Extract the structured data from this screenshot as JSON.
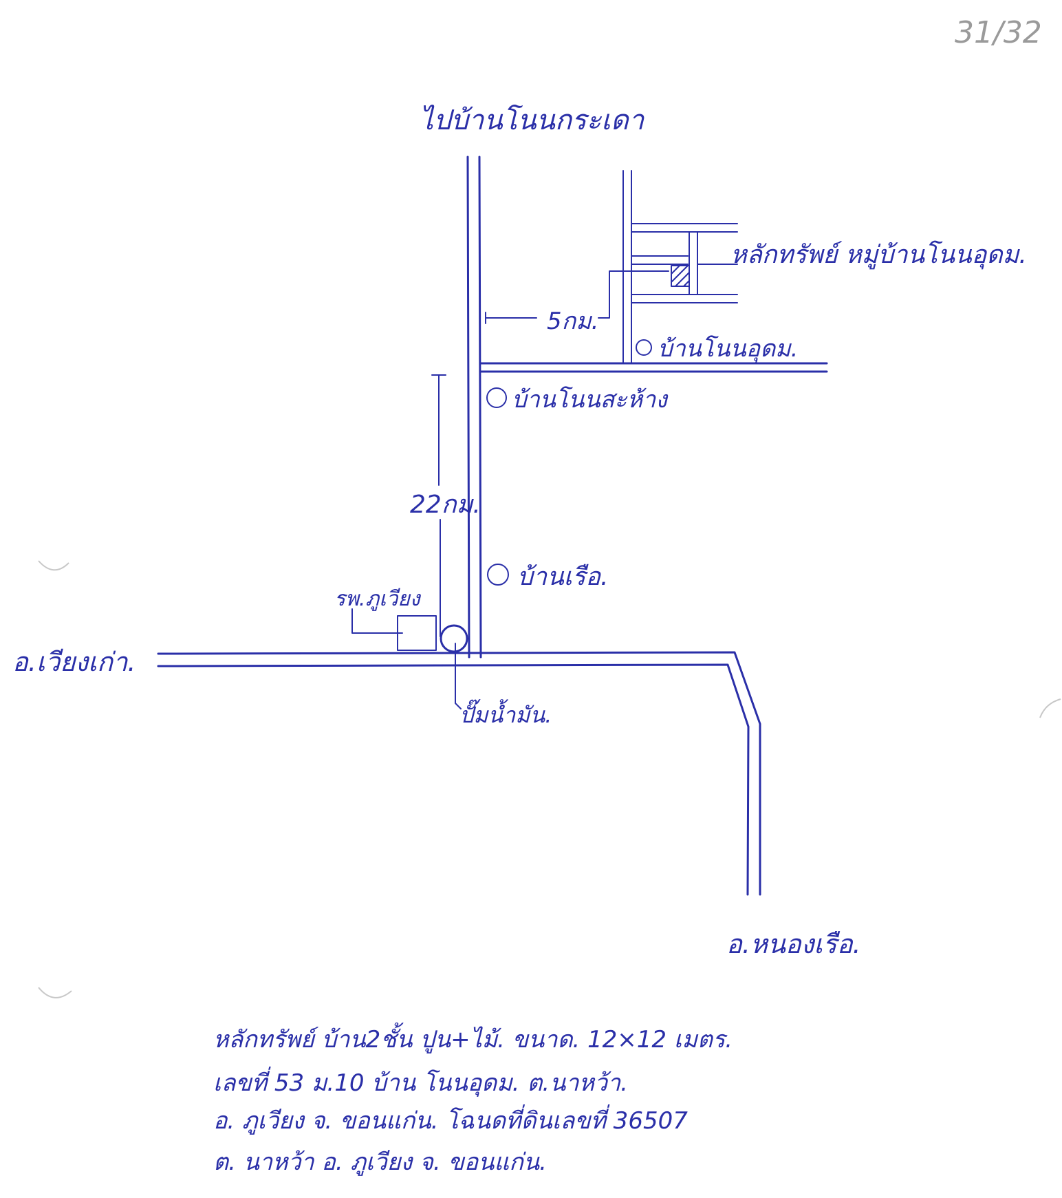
{
  "page_number": "31/32",
  "labels": {
    "to_village_north": "ไปบ้านโนนกระเดา",
    "property_village": "หลักทรัพย์ หมู่บ้านโนนอุดม.",
    "distance_5km": "5กม.",
    "ban_non_udom": "บ้านโนนอุดม.",
    "ban_non_sa_hang": "บ้านโนนสะห้าง",
    "distance_22km": "22กม.",
    "ban_ruea": "บ้านเรือ.",
    "hospital": "รพ.ภูเวียง",
    "district_west": "อ.เวียงเก่า.",
    "gas_station": "ปั๊มน้ำมัน.",
    "district_south": "อ.หนองเรือ."
  },
  "footer_lines": [
    "หลักทรัพย์ บ้าน2ชั้น ปูน+ไม้. ขนาด. 12×12 เมตร.",
    "เลขที่ 53 ม.10 บ้าน โนนอุดม. ต.นาหว้า.",
    "อ. ภูเวียง จ. ขอนแก่น. โฉนดที่ดินเลขที่ 36507",
    "ต. นาหว้า อ. ภูเวียง จ. ขอนแก่น."
  ],
  "colors": {
    "ink": "#2a2fa8",
    "paper": "#ffffff"
  }
}
